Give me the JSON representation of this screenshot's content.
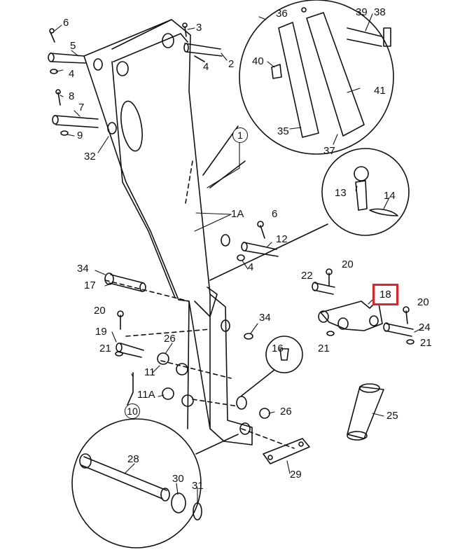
{
  "diagram": {
    "highlight_color": "#e0222a",
    "ink_color": "#111111",
    "labels": {
      "p1": "1",
      "p1A": "1A",
      "p2": "2",
      "p3": "3",
      "p4a": "4",
      "p4b": "4",
      "p4c": "4",
      "p5": "5",
      "p6a": "6",
      "p6b": "6",
      "p7": "7",
      "p8": "8",
      "p9": "9",
      "p10": "10",
      "p11": "11",
      "p11A": "11A",
      "p12": "12",
      "p13": "13",
      "p14": "14",
      "p16": "16",
      "p17": "17",
      "p18": "18",
      "p19": "19",
      "p20a": "20",
      "p20b": "20",
      "p20c": "20",
      "p21a": "21",
      "p21b": "21",
      "p21c": "21",
      "p22": "22",
      "p24": "24",
      "p25": "25",
      "p26a": "26",
      "p26b": "26",
      "p28": "28",
      "p29": "29",
      "p30": "30",
      "p31": "31",
      "p32": "32",
      "p34a": "34",
      "p34b": "34",
      "p35": "35",
      "p36": "36",
      "p37": "37",
      "p38": "38",
      "p39": "39",
      "p40": "40",
      "p41": "41"
    }
  }
}
